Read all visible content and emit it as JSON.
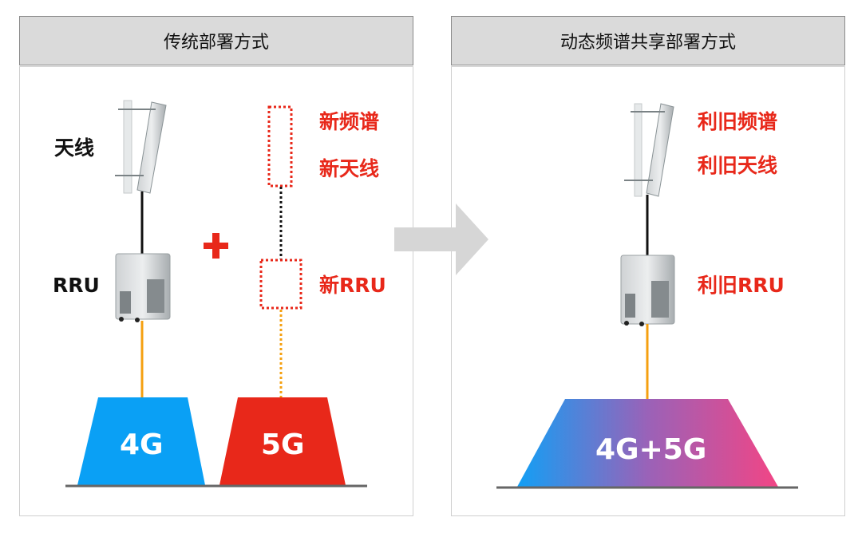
{
  "left": {
    "title": "传统部署方式",
    "antenna_label": "天线",
    "rru_label": "RRU",
    "plus": "+",
    "new_spectrum": "新频谱",
    "new_antenna": "新天线",
    "new_rru": "新RRU",
    "block_4g": "4G",
    "block_5g": "5G"
  },
  "right": {
    "title": "动态频谱共享部署方式",
    "reuse_spectrum": "利旧频谱",
    "reuse_antenna": "利旧天线",
    "reuse_rru": "利旧RRU",
    "block_shared": "4G+5G"
  },
  "colors": {
    "red": "#e8281a",
    "blue": "#0aa0f5",
    "pink": "#f0468a",
    "orange": "#f5a010"
  }
}
